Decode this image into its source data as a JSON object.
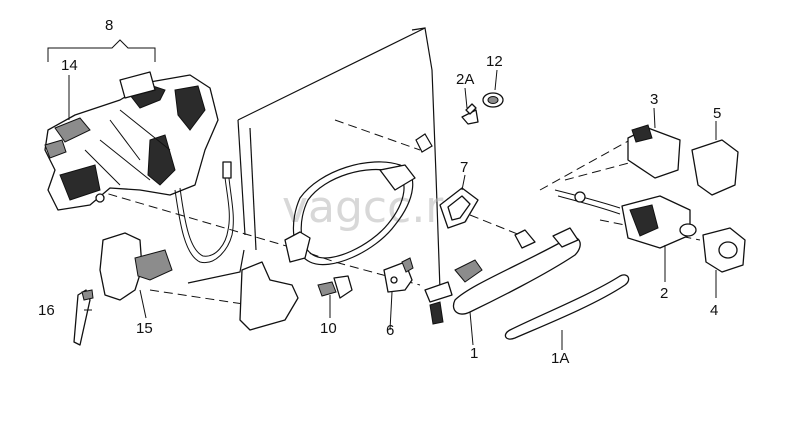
{
  "callouts": {
    "c8": "8",
    "c14": "14",
    "c12": "12",
    "c2A": "2A",
    "c3": "3",
    "c5": "5",
    "c7": "7",
    "c2": "2",
    "c4": "4",
    "c16": "16",
    "c15": "15",
    "c10": "10",
    "c6": "6",
    "c1": "1",
    "c1A": "1A"
  },
  "watermark": "vagcc.ru",
  "colors": {
    "line": "#111111",
    "background": "#ffffff",
    "watermark": "#b9b9b9"
  }
}
